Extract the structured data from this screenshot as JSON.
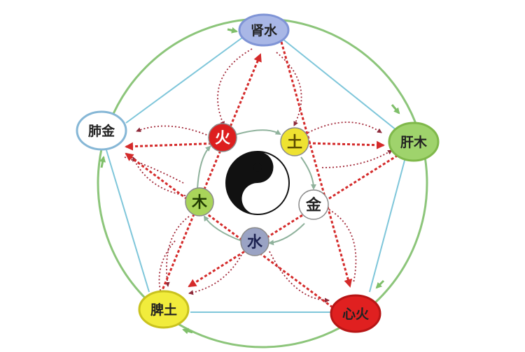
{
  "organs": [
    {
      "id": "kidney",
      "label": "肾水",
      "fill": "#a9b7e6",
      "stroke": "#7f94d6"
    },
    {
      "id": "liver",
      "label": "肝木",
      "fill": "#9fd36c",
      "stroke": "#7fb84a"
    },
    {
      "id": "heart",
      "label": "心火",
      "fill": "#e02020",
      "stroke": "#b71515"
    },
    {
      "id": "spleen",
      "label": "脾土",
      "fill": "#f1ec3c",
      "stroke": "#c9c21e"
    },
    {
      "id": "lung",
      "label": "肺金",
      "fill": "#ffffff",
      "stroke": "#86b7d6"
    }
  ],
  "elements": [
    {
      "id": "fire",
      "label": "火",
      "fill": "#dd1f1f",
      "text_color": "#ffffff"
    },
    {
      "id": "earth",
      "label": "土",
      "fill": "#eee231",
      "text_color": "#5a4a00"
    },
    {
      "id": "metal",
      "label": "金",
      "fill": "#ffffff",
      "text_color": "#222222"
    },
    {
      "id": "water",
      "label": "水",
      "fill": "#9aa3c4",
      "text_color": "#1b2150"
    },
    {
      "id": "wood",
      "label": "木",
      "fill": "#a9d45a",
      "text_color": "#1f3a00"
    }
  ],
  "colors": {
    "outer_ring": "#8cc57a",
    "pentagon_edge": "#7ec6da",
    "control_arrow": "#d42a2a",
    "dotted_arc": "#a22a3a",
    "inner_ring": "#9cb7a6"
  },
  "center_symbol": "yin-yang"
}
